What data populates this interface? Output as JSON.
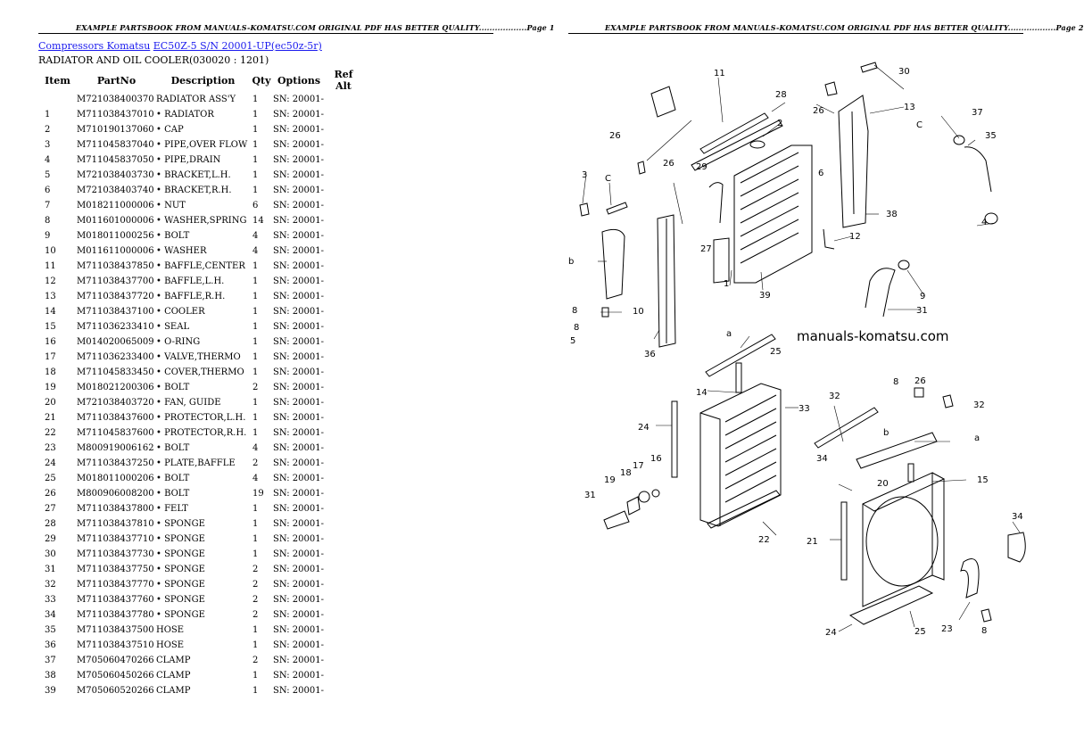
{
  "header": {
    "page1": "EXAMPLE PARTSBOOK FROM MANUALS-KOMATSU.COM ORIGINAL PDF HAS BETTER QUALITY..................Page 1",
    "page2": "EXAMPLE PARTSBOOK FROM MANUALS-KOMATSU.COM ORIGINAL PDF HAS BETTER QUALITY..................Page 2"
  },
  "breadcrumb": {
    "link1": "Compressors Komatsu",
    "link2": "EC50Z-5 S/N 20001-UP(ec50z-5r)"
  },
  "section_title": "RADIATOR AND OIL COOLER(030020 : 1201)",
  "table": {
    "headers": [
      "Item",
      "PartNo",
      "Description",
      "Qty",
      "Options",
      "Ref Alt"
    ],
    "rows": [
      [
        "",
        "M721038400370",
        "RADIATOR ASS'Y",
        "1",
        "SN: 20001-",
        ""
      ],
      [
        "1",
        "M711038437010",
        "• RADIATOR",
        "1",
        "SN: 20001-",
        ""
      ],
      [
        "2",
        "M710190137060",
        "• CAP",
        "1",
        "SN: 20001-",
        ""
      ],
      [
        "3",
        "M711045837040",
        "• PIPE,OVER FLOW",
        "1",
        "SN: 20001-",
        ""
      ],
      [
        "4",
        "M711045837050",
        "• PIPE,DRAIN",
        "1",
        "SN: 20001-",
        ""
      ],
      [
        "5",
        "M721038403730",
        "• BRACKET,L.H.",
        "1",
        "SN: 20001-",
        ""
      ],
      [
        "6",
        "M721038403740",
        "• BRACKET,R.H.",
        "1",
        "SN: 20001-",
        ""
      ],
      [
        "7",
        "M018211000006",
        "• NUT",
        "6",
        "SN: 20001-",
        ""
      ],
      [
        "8",
        "M011601000006",
        "• WASHER,SPRING",
        "14",
        "SN: 20001-",
        ""
      ],
      [
        "9",
        "M018011000256",
        "• BOLT",
        "4",
        "SN: 20001-",
        ""
      ],
      [
        "10",
        "M011611000006",
        "• WASHER",
        "4",
        "SN: 20001-",
        ""
      ],
      [
        "11",
        "M711038437850",
        "• BAFFLE,CENTER",
        "1",
        "SN: 20001-",
        ""
      ],
      [
        "12",
        "M711038437700",
        "• BAFFLE,L.H.",
        "1",
        "SN: 20001-",
        ""
      ],
      [
        "13",
        "M711038437720",
        "• BAFFLE,R.H.",
        "1",
        "SN: 20001-",
        ""
      ],
      [
        "14",
        "M711038437100",
        "• COOLER",
        "1",
        "SN: 20001-",
        ""
      ],
      [
        "15",
        "M711036233410",
        "• SEAL",
        "1",
        "SN: 20001-",
        ""
      ],
      [
        "16",
        "M014020065009",
        "• O-RING",
        "1",
        "SN: 20001-",
        ""
      ],
      [
        "17",
        "M711036233400",
        "• VALVE,THERMO",
        "1",
        "SN: 20001-",
        ""
      ],
      [
        "18",
        "M711045833450",
        "• COVER,THERMO",
        "1",
        "SN: 20001-",
        ""
      ],
      [
        "19",
        "M018021200306",
        "• BOLT",
        "2",
        "SN: 20001-",
        ""
      ],
      [
        "20",
        "M721038403720",
        "• FAN, GUIDE",
        "1",
        "SN: 20001-",
        ""
      ],
      [
        "21",
        "M711038437600",
        "• PROTECTOR,L.H.",
        "1",
        "SN: 20001-",
        ""
      ],
      [
        "22",
        "M711045837600",
        "• PROTECTOR,R.H.",
        "1",
        "SN: 20001-",
        ""
      ],
      [
        "23",
        "M800919006162",
        "• BOLT",
        "4",
        "SN: 20001-",
        ""
      ],
      [
        "24",
        "M711038437250",
        "• PLATE,BAFFLE",
        "2",
        "SN: 20001-",
        ""
      ],
      [
        "25",
        "M018011000206",
        "• BOLT",
        "4",
        "SN: 20001-",
        ""
      ],
      [
        "26",
        "M800906008200",
        "• BOLT",
        "19",
        "SN: 20001-",
        ""
      ],
      [
        "27",
        "M711038437800",
        "• FELT",
        "1",
        "SN: 20001-",
        ""
      ],
      [
        "28",
        "M711038437810",
        "• SPONGE",
        "1",
        "SN: 20001-",
        ""
      ],
      [
        "29",
        "M711038437710",
        "• SPONGE",
        "1",
        "SN: 20001-",
        ""
      ],
      [
        "30",
        "M711038437730",
        "• SPONGE",
        "1",
        "SN: 20001-",
        ""
      ],
      [
        "31",
        "M711038437750",
        "• SPONGE",
        "2",
        "SN: 20001-",
        ""
      ],
      [
        "32",
        "M711038437770",
        "• SPONGE",
        "2",
        "SN: 20001-",
        ""
      ],
      [
        "33",
        "M711038437760",
        "• SPONGE",
        "2",
        "SN: 20001-",
        ""
      ],
      [
        "34",
        "M711038437780",
        "• SPONGE",
        "2",
        "SN: 20001-",
        ""
      ],
      [
        "35",
        "M711038437500",
        "HOSE",
        "1",
        "SN: 20001-",
        ""
      ],
      [
        "36",
        "M711038437510",
        "HOSE",
        "1",
        "SN: 20001-",
        ""
      ],
      [
        "37",
        "M705060470266",
        "CLAMP",
        "2",
        "SN: 20001-",
        ""
      ],
      [
        "38",
        "M705060450266",
        "CLAMP",
        "1",
        "SN: 20001-",
        ""
      ],
      [
        "39",
        "M705060520266",
        "CLAMP",
        "1",
        "SN: 20001-",
        ""
      ]
    ]
  },
  "diagram": {
    "watermark": "manuals-komatsu.com",
    "callouts": [
      "11",
      "28",
      "30",
      "26",
      "13",
      "2",
      "37",
      "35",
      "C",
      "26",
      "26",
      "3",
      "29",
      "C",
      "6",
      "38",
      "4",
      "12",
      "b",
      "27",
      "1",
      "39",
      "9",
      "8",
      "8",
      "10",
      "5",
      "36",
      "31",
      "a",
      "25",
      "8",
      "26",
      "32",
      "14",
      "33",
      "32",
      "24",
      "a",
      "b",
      "34",
      "20",
      "15",
      "16",
      "17",
      "18",
      "19",
      "31",
      "22",
      "34",
      "21",
      "23",
      "8",
      "24",
      "25"
    ]
  }
}
